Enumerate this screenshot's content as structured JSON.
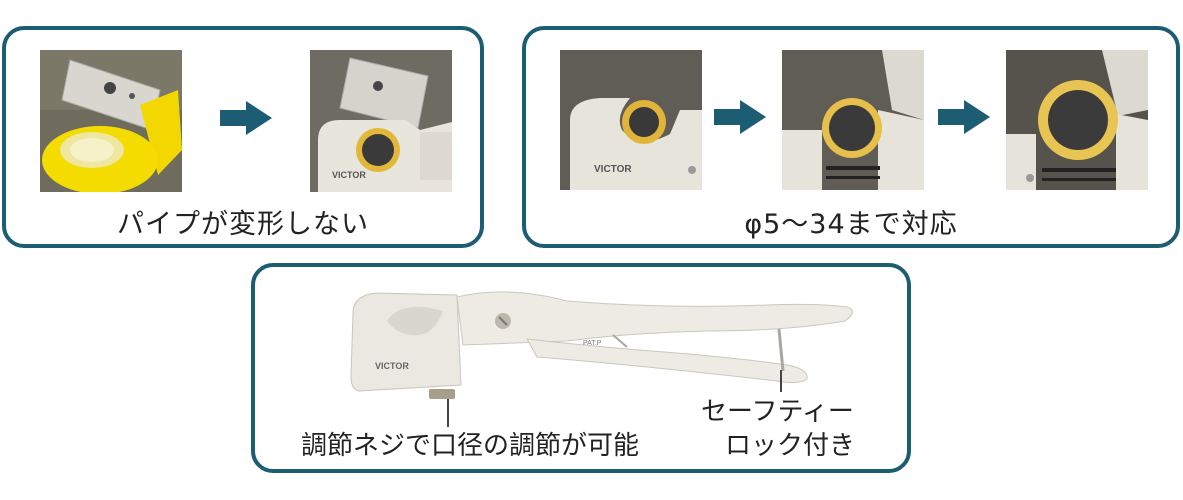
{
  "panels": [
    {
      "caption": "パイプが変形しない",
      "photos": [
        "pipe-in-cutter-blade",
        "pipe-cut-clean"
      ]
    },
    {
      "caption": "φ5～34まで対応",
      "photos": [
        "small-pipe",
        "medium-pipe",
        "large-pipe"
      ]
    },
    {
      "photos": [
        "pipe-cutter-tool"
      ],
      "labels": {
        "adjust_screw": "調節ネジで口径の調節が可能",
        "safety_lock_line1": "セーフティー",
        "safety_lock_line2": "ロック付き"
      }
    }
  ],
  "brand": "VICTOR",
  "tool_marking": "PAT.P",
  "colors": {
    "border": "#1d5d73",
    "arrow": "#1d5d73",
    "pipe_yellow": "#e8c24a",
    "cutter_white": "#e9e6de"
  }
}
